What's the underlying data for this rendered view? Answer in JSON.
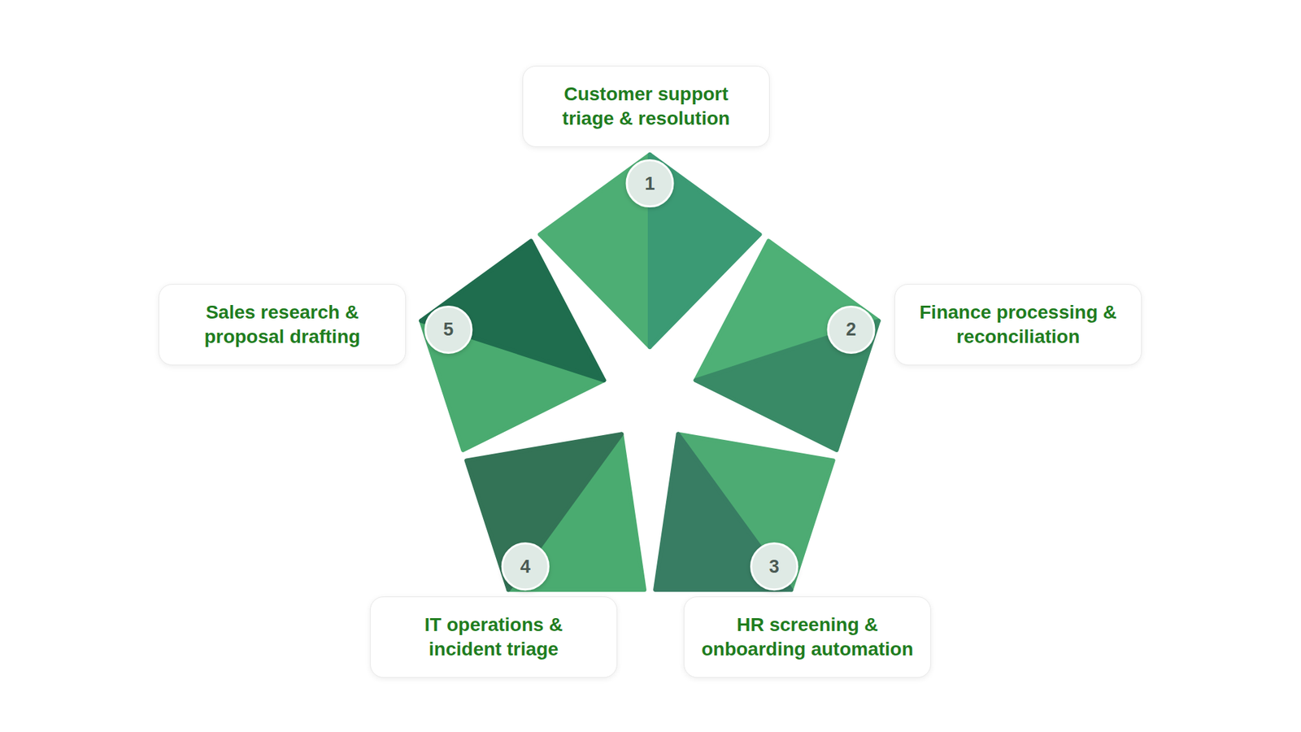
{
  "diagram": {
    "nodes": [
      {
        "text": [
          "Customer support triage & resolution"
        ]
      },
      {
        "text": [
          "Finance processing & reconciliation"
        ]
      },
      {
        "text": [
          "HR screening & onboarding automation"
        ]
      },
      {
        "text": [
          "IT operations & incident triage"
        ]
      },
      {
        "text": [
          "Sales research & proposal drafting"
        ]
      }
    ],
    "labels": [
      "1",
      "2",
      "3",
      "4",
      "5"
    ]
  }
}
